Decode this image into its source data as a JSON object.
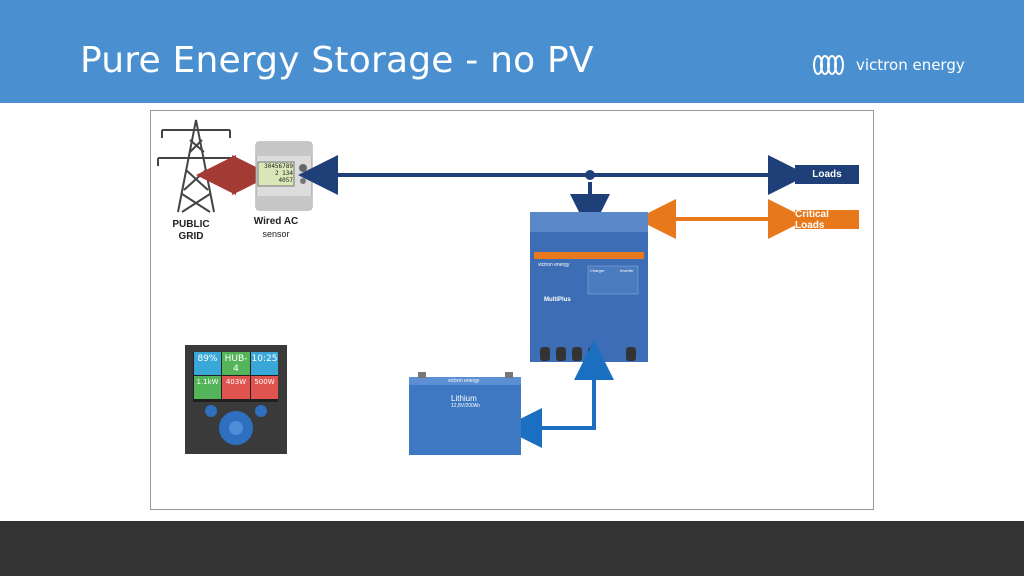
{
  "slide": {
    "title": "Pure Energy Storage - no PV",
    "brand": "victron energy"
  },
  "diagram": {
    "grid_label": [
      "PUBLIC",
      "GRID"
    ],
    "sensor_label": [
      "Wired AC",
      "sensor"
    ],
    "loads_label": "Loads",
    "critical_loads_label": "Critical Loads",
    "colors": {
      "header": "#4a8fd0",
      "footer": "#333333",
      "grid_link": "#a33a33",
      "ac_bus": "#1f3f78",
      "critical": "#e8781c",
      "dc_link": "#1b6fc0",
      "loads_box": "#1f3f78",
      "critical_box": "#e8781c"
    },
    "meter_display": [
      "30456789",
      "2 134",
      "4057"
    ],
    "inverter": {
      "brand": "victron energy",
      "model": "MultiPlus",
      "indicators_left": "Charger",
      "indicators_right": "Inverter"
    },
    "battery": {
      "brand": "victron energy",
      "name": "Lithium",
      "spec": "12,8V/200Ah"
    },
    "display": {
      "cells": [
        "89%",
        "HUB-4",
        "10:25",
        "1.1kW",
        "403W",
        "500W"
      ]
    }
  }
}
